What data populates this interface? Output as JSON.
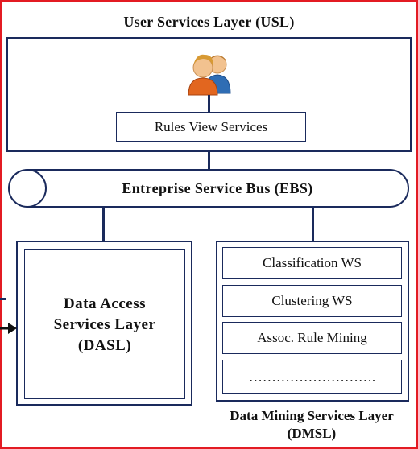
{
  "usl": {
    "title": "User Services Layer (USL)",
    "rules_view": "Rules View Services"
  },
  "ebs": {
    "label": "Entreprise Service Bus (EBS)"
  },
  "dasl": {
    "label": "Data Access\nServices Layer\n(DASL)"
  },
  "dmsl": {
    "label": "Data Mining Services Layer\n(DMSL)",
    "items": [
      "Classification WS",
      "Clustering WS",
      "Assoc. Rule Mining",
      "………………………."
    ]
  },
  "colors": {
    "frame": "#e31b23",
    "lines": "#1a2a5c",
    "user_orange": "#e2661f",
    "user_blue": "#2f6db4"
  },
  "icons": {
    "users": "users-icon"
  }
}
